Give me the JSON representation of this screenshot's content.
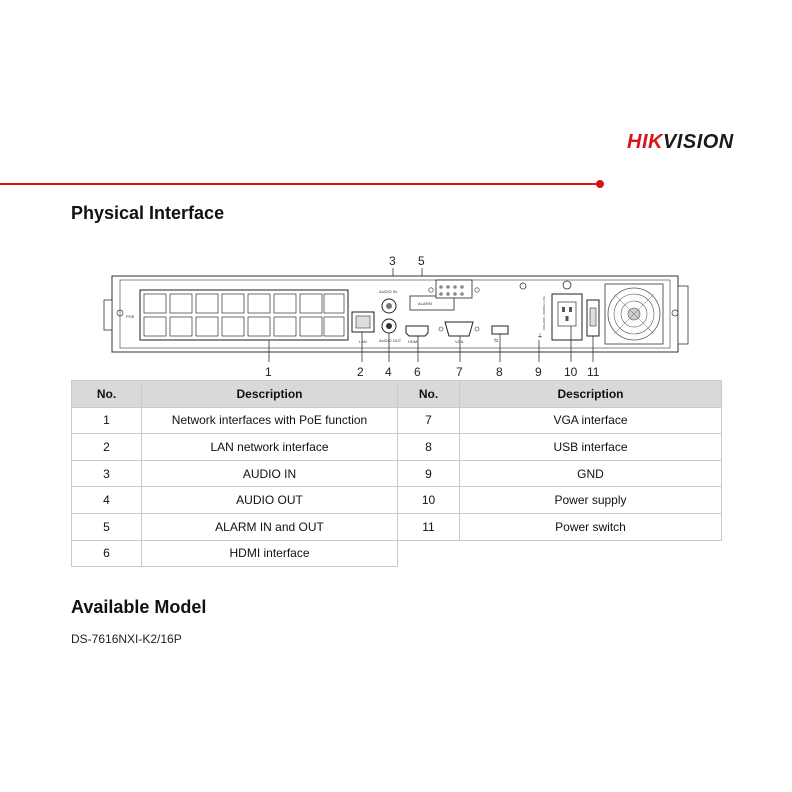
{
  "brand": {
    "logo_red": "HIK",
    "logo_dark": "VISION"
  },
  "sections": {
    "physical_title": "Physical Interface",
    "available_title": "Available Model"
  },
  "diagram": {
    "panel_labels": {
      "poe": "POE",
      "lan": "LAN",
      "audio_in": "AUDIO IN",
      "audio_out": "AUDIO OUT",
      "alarm": "ALARM",
      "vga": "VGA",
      "hdmi": "HDMI",
      "power": "100-240V~ 50/60Hz 1.5A"
    },
    "callouts": {
      "c1": "1",
      "c2": "2",
      "c3": "3",
      "c4": "4",
      "c5": "5",
      "c6": "6",
      "c7": "7",
      "c8": "8",
      "c9": "9",
      "c10": "10",
      "c11": "11"
    }
  },
  "table": {
    "headers": [
      "No.",
      "Description",
      "No.",
      "Description"
    ],
    "rows": [
      {
        "no1": "1",
        "desc1": "Network interfaces with PoE function",
        "no2": "7",
        "desc2": "VGA interface"
      },
      {
        "no1": "2",
        "desc1": "LAN network interface",
        "no2": "8",
        "desc2": "USB interface"
      },
      {
        "no1": "3",
        "desc1": "AUDIO IN",
        "no2": "9",
        "desc2": "GND"
      },
      {
        "no1": "4",
        "desc1": "AUDIO OUT",
        "no2": "10",
        "desc2": "Power supply"
      },
      {
        "no1": "5",
        "desc1": "ALARM IN and OUT",
        "no2": "11",
        "desc2": "Power switch"
      },
      {
        "no1": "6",
        "desc1": "HDMI interface",
        "no2": "",
        "desc2": ""
      }
    ]
  },
  "models": [
    "DS-7616NXI-K2/16P"
  ],
  "colors": {
    "brand_red": "#d7141a",
    "header_gray": "#d9d9d9",
    "border_gray": "#c9c9c9"
  }
}
